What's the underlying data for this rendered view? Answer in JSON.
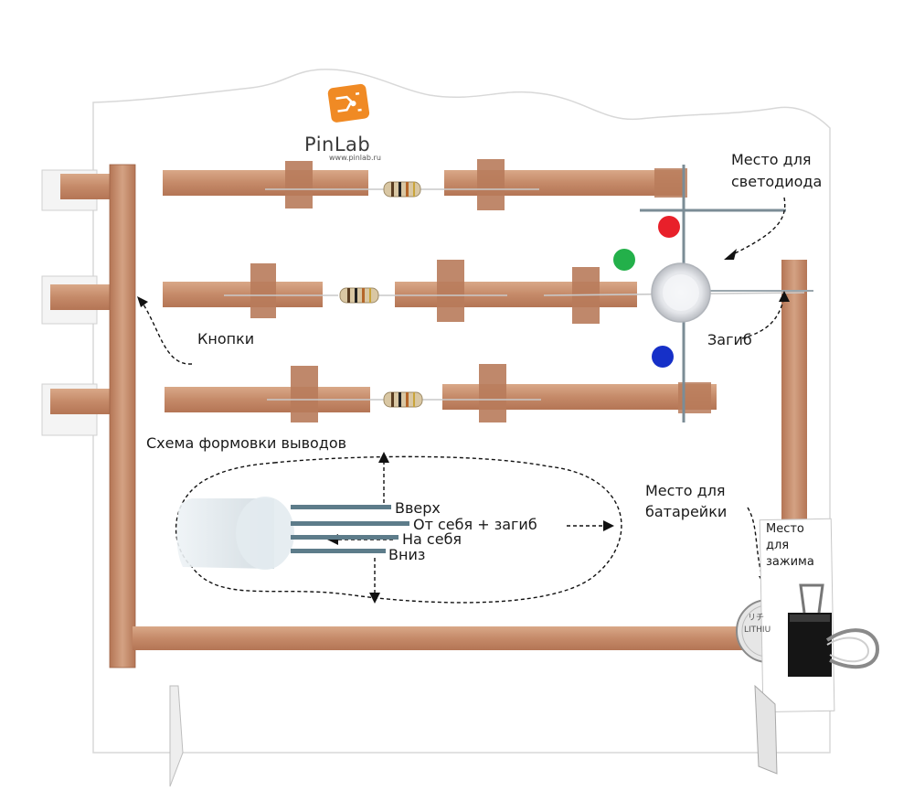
{
  "brand": {
    "name": "PinLab",
    "url": "www.pinlab.ru"
  },
  "labels": {
    "led_place_line1": "Место для",
    "led_place_line2": "светодиода",
    "buttons": "Кнопки",
    "bend": "Загиб",
    "lead_scheme_title": "Схема формовки выводов",
    "lead_up": "Вверх",
    "lead_away_bend": "От себя + загиб",
    "lead_toward": "На себя",
    "lead_down": "Вниз",
    "battery_place_line1": "Место для",
    "battery_place_line2": "батарейки",
    "clamp_place": [
      "Место",
      "для",
      "зажима"
    ],
    "battery_brand": "LITHIU",
    "battery_jp": "リチ"
  },
  "colors": {
    "copper": "#c98f6e",
    "copper_dark": "#a8694b",
    "board": "#ffffff",
    "yellow_trace": "#f2c230",
    "logo_orange": "#f08a24",
    "dot_red": "#e8202a",
    "dot_green": "#23b04a",
    "dot_blue": "#1630c8"
  },
  "icons": {
    "logo": "circuit-chip-icon",
    "binder_clip": "binder-clip-icon",
    "coin_battery": "coin-battery-icon",
    "rgb_led": "rgb-led-icon",
    "resistor": "resistor-icon"
  }
}
